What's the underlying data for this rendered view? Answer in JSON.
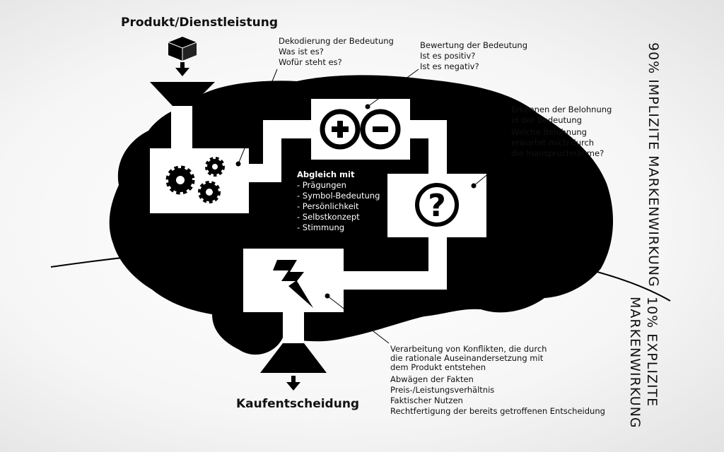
{
  "input_label": "Produkt/Dienstleistung",
  "output_label": "Kaufentscheidung",
  "decoding": {
    "heading": "Dekodierung der Bedeutung",
    "lines": [
      "Was ist es?",
      "Wofür steht es?"
    ]
  },
  "evaluation": {
    "heading": "Bewertung der Bedeutung",
    "lines": [
      "Ist es positiv?",
      "Ist es negativ?"
    ]
  },
  "reward": {
    "heading_lines": [
      "Erkennen der Belohnung",
      "in der Bedeutung"
    ],
    "lines": [
      "Welche Belohnung",
      "erwartet mich durch",
      "die Inanspruchnahme?"
    ]
  },
  "matching": {
    "heading": "Abgleich mit",
    "items": [
      "- Prägungen",
      "- Symbol-Bedeutung",
      "- Persönlichkeit",
      "- Selbstkonzept",
      "- Stimmung"
    ]
  },
  "conflict": {
    "heading_lines": [
      "Verarbeitung von Konflikten, die durch",
      "die rationale Auseinandersetzung mit",
      "dem Produkt entstehen"
    ],
    "lines": [
      "Abwägen der Fakten",
      "Preis-/Leistungsverhältnis",
      "Faktischer Nutzen",
      "Rechtfertigung der bereits getroffenen Entscheidung"
    ]
  },
  "implicit_label": "90% IMPLIZITE MARKENWIRKUNG",
  "explicit_label_lines": [
    "10% EXPLIZITE",
    "MARKENWIRKUNG"
  ],
  "icons": {
    "input": "cube-icon",
    "gears": "gears-icon",
    "evaluate": "plus-minus-icon",
    "reward": "question-mark-icon",
    "conflict": "lightning-icon",
    "arrow": "arrow-down-icon",
    "funnel": "funnel-icon"
  },
  "colors": {
    "brain": "#000000",
    "box": "#ffffff",
    "text": "#111111"
  }
}
